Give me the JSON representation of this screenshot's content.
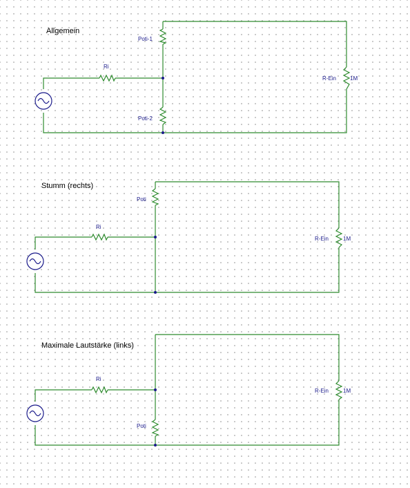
{
  "circuits": [
    {
      "title": "Allgemein",
      "ri_label": "Ri",
      "poti_top_label": "Poti-1",
      "poti_bottom_label": "Poti-2",
      "load_label": "R-Ein",
      "load_value": "1M"
    },
    {
      "title": "Stumm (rechts)",
      "ri_label": "Ri",
      "poti_label": "Poti",
      "load_label": "R-Ein",
      "load_value": "1M"
    },
    {
      "title": "Maximale Lautstärke (links)",
      "ri_label": "Ri",
      "poti_label": "Poti",
      "load_label": "R-Ein",
      "load_value": "1M"
    }
  ],
  "colors": {
    "wire": "#2e8b2e",
    "label": "#1a1a8a",
    "title": "#000000",
    "grid_dot": "#9a9a9a"
  },
  "icons": {
    "source": "ac-source-icon",
    "resistor": "resistor-icon"
  }
}
